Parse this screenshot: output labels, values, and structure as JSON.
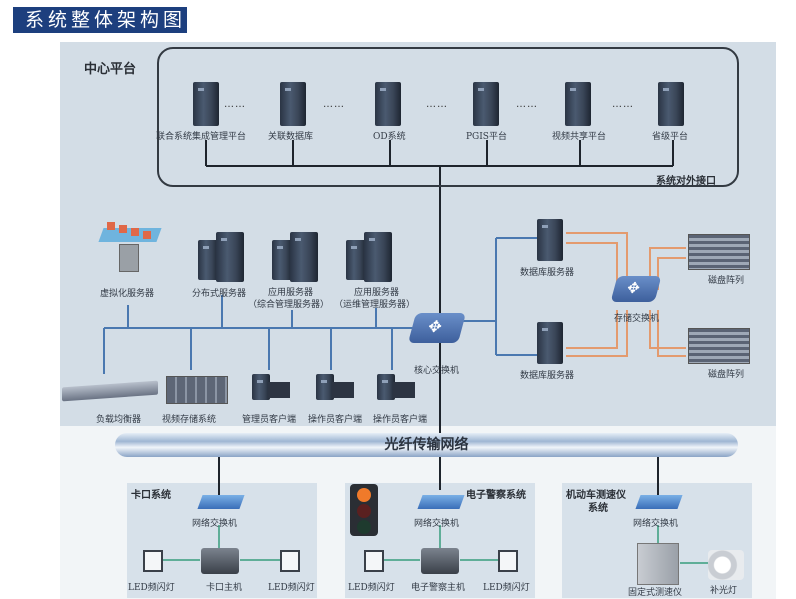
{
  "title": "系统整体架构图",
  "center_platform": {
    "label": "中心平台",
    "interface_label": "系统对外接口",
    "servers": [
      {
        "label": "联合系统集成管理平台"
      },
      {
        "label": "关联数据库"
      },
      {
        "label": "OD系统"
      },
      {
        "label": "PGIS平台"
      },
      {
        "label": "视频共享平台"
      },
      {
        "label": "省级平台"
      }
    ],
    "ellipsis": "……"
  },
  "middle": {
    "top_row": [
      {
        "label": "虚拟化服务器"
      },
      {
        "label": "分布式服务器"
      },
      {
        "label": "应用服务器",
        "sublabel": "（综合管理服务器）"
      },
      {
        "label": "应用服务器",
        "sublabel": "（运维管理服务器）"
      }
    ],
    "bottom_row": [
      {
        "label": "负载均衡器"
      },
      {
        "label": "视频存储系统"
      },
      {
        "label": "管理员客户端"
      },
      {
        "label": "操作员客户端"
      },
      {
        "label": "操作员客户端"
      }
    ],
    "core_switch": {
      "label": "核心交换机",
      "badge": "SWITCH"
    },
    "db_servers": [
      {
        "label": "数据库服务器"
      },
      {
        "label": "数据库服务器"
      }
    ],
    "storage_switch": {
      "label": "存储交换机"
    },
    "disk_arrays": [
      {
        "label": "磁盘阵列"
      },
      {
        "label": "磁盘阵列"
      }
    ]
  },
  "fiber_network": {
    "label": "光纤传输网络"
  },
  "subsystems": [
    {
      "title": "卡口系统",
      "switch_label": "网络交换机",
      "host_label": "卡口主机",
      "left_label": "LED频闪灯",
      "right_label": "LED频闪灯"
    },
    {
      "title": "电子警察系统",
      "switch_label": "网络交换机",
      "host_label": "电子警察主机",
      "left_label": "LED频闪灯",
      "right_label": "LED频闪灯"
    },
    {
      "title_line1": "机动车测速仪",
      "title_line2": "系统",
      "switch_label": "网络交换机",
      "host_label": "固定式测速仪",
      "right_label": "补光灯"
    }
  ],
  "colors": {
    "title_bg": "#1d3f7e",
    "lan_line": "#4a78b0",
    "storage_line": "#e39a6e",
    "trunk_line": "#1e242c",
    "sub_line": "#5fae98"
  }
}
